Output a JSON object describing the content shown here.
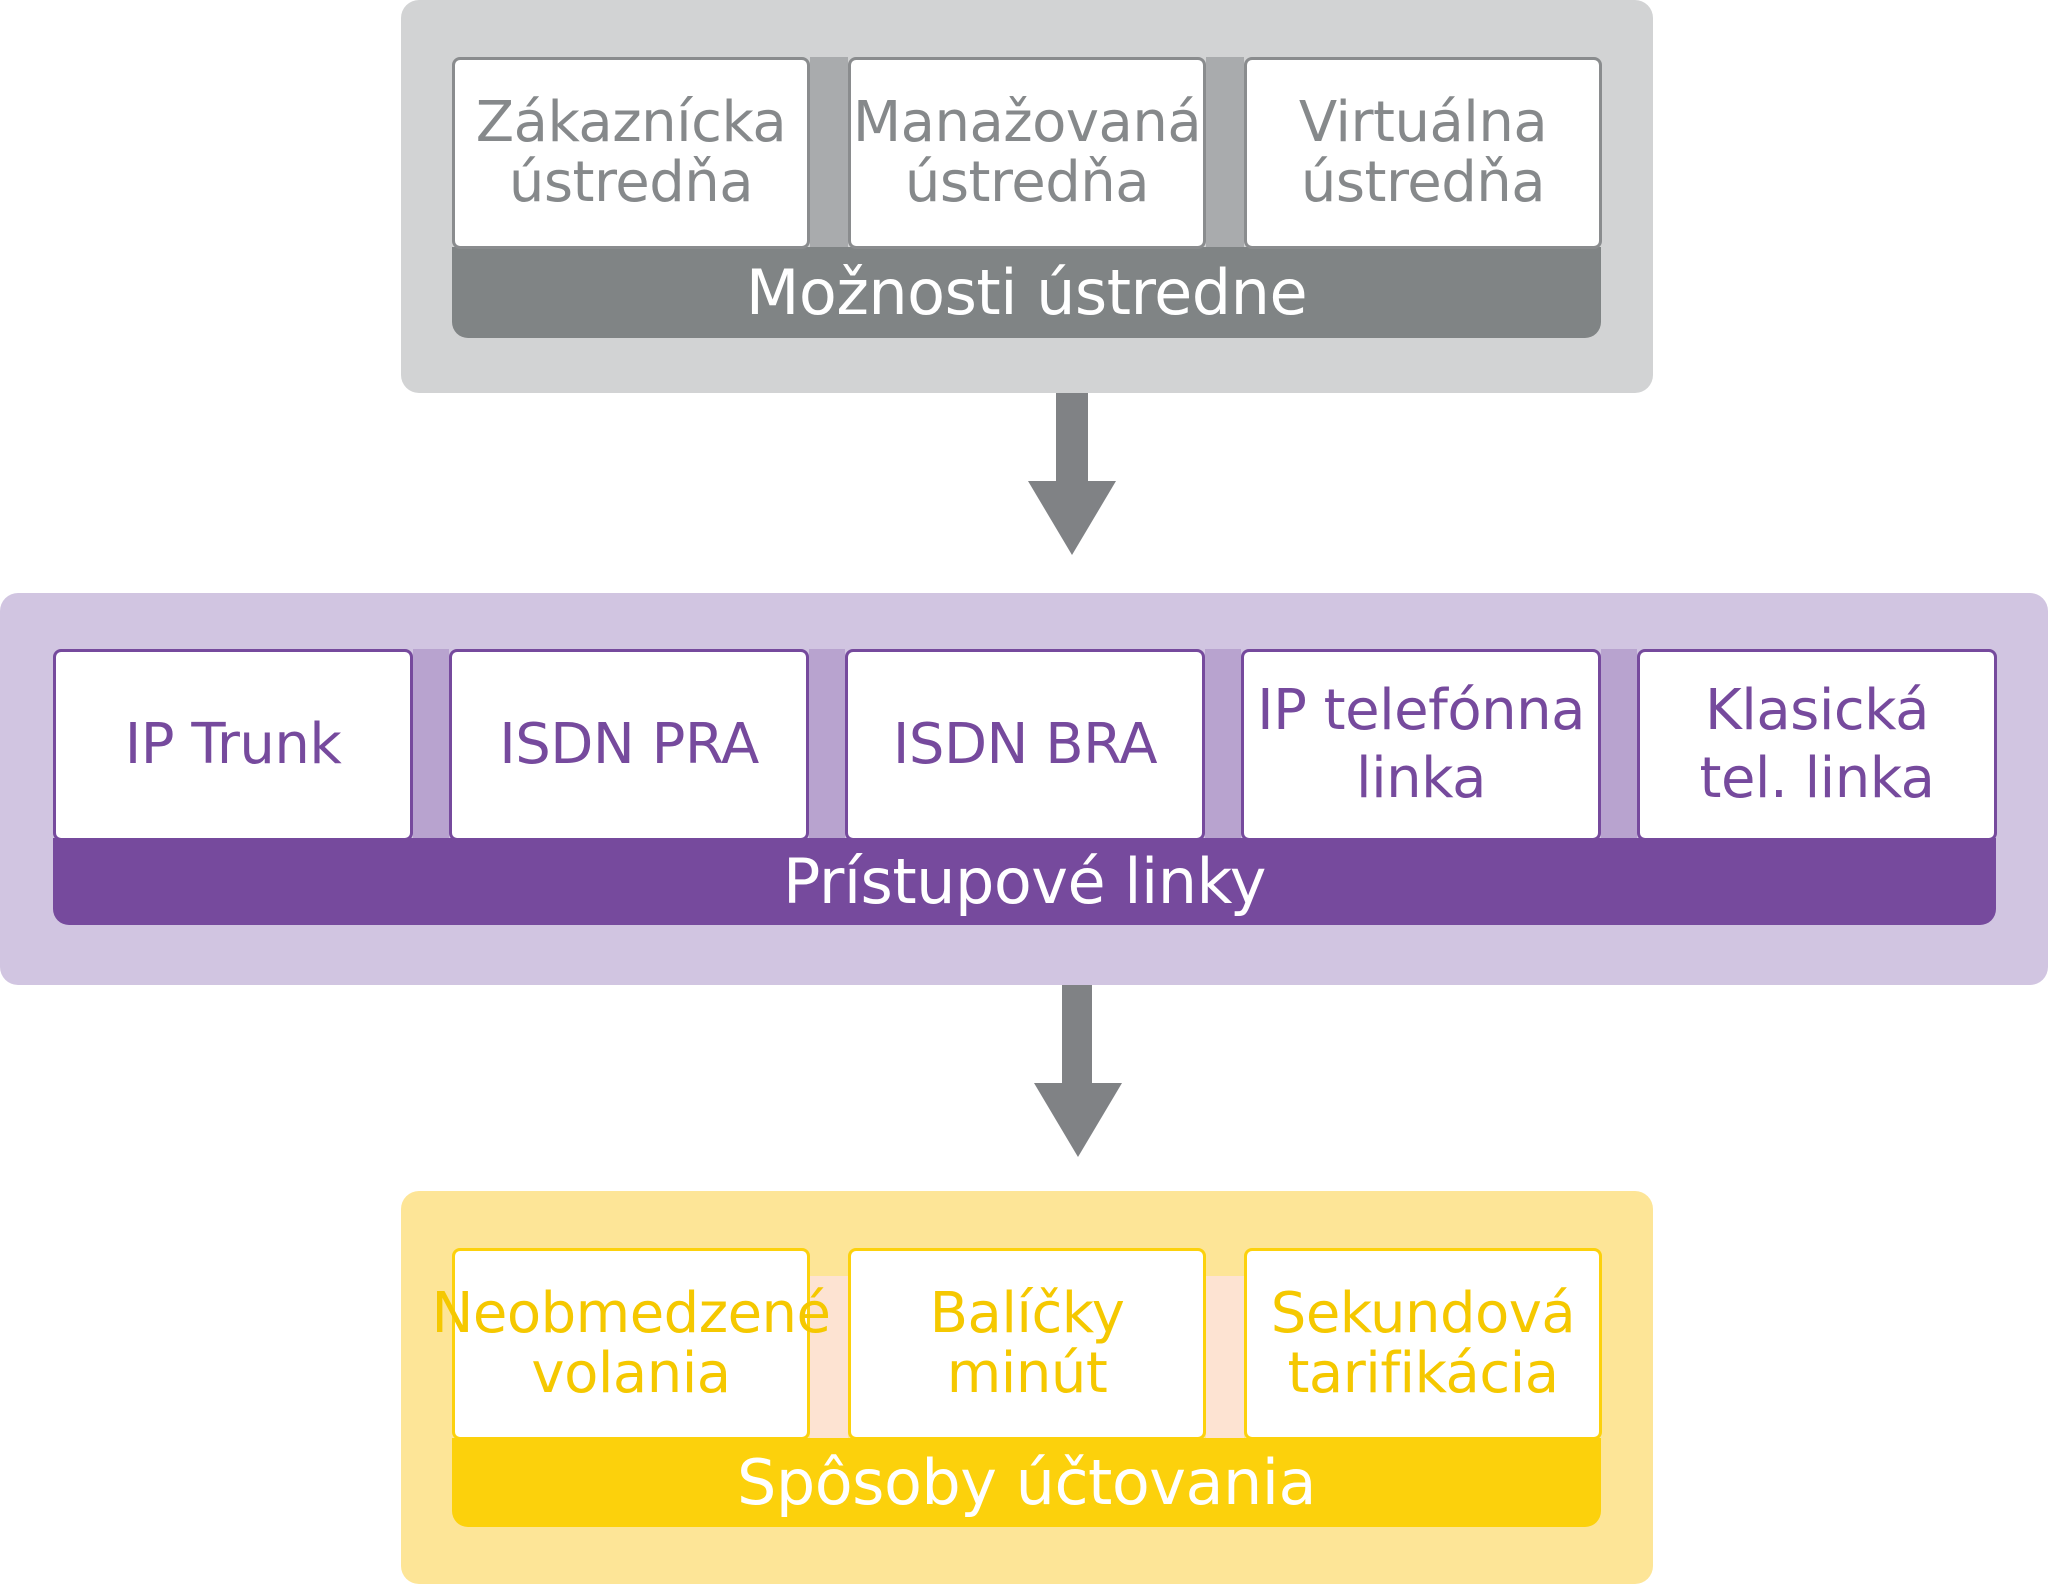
{
  "sections": [
    {
      "title": "Možnosti ústredne",
      "items": [
        {
          "line1": "Zákaznícka",
          "line2": "ústredňa"
        },
        {
          "line1": "Manažovaná",
          "line2": "ústredňa"
        },
        {
          "line1": "Virtuálna",
          "line2": "ústredňa"
        }
      ]
    },
    {
      "title": "Prístupové linky",
      "items": [
        {
          "line1": "IP Trunk",
          "line2": ""
        },
        {
          "line1": "ISDN PRA",
          "line2": ""
        },
        {
          "line1": "ISDN BRA",
          "line2": ""
        },
        {
          "line1": "IP telefónna",
          "line2": "linka"
        },
        {
          "line1": "Klasická",
          "line2": "tel. linka"
        }
      ]
    },
    {
      "title": "Spôsoby účtovania",
      "items": [
        {
          "line1": "Neobmedzené",
          "line2": "volania"
        },
        {
          "line1": "Balíčky",
          "line2": "minút"
        },
        {
          "line1": "Sekundová",
          "line2": "tarifikácia"
        }
      ]
    }
  ],
  "colors": {
    "grey_panel": "#d2d3d4",
    "grey_bar": "#808485",
    "purple_panel": "#d1c5e1",
    "purple_bar": "#764a9d",
    "yellow_panel": "#fde597",
    "yellow_bar": "#fcd10c",
    "arrow": "#808285"
  }
}
